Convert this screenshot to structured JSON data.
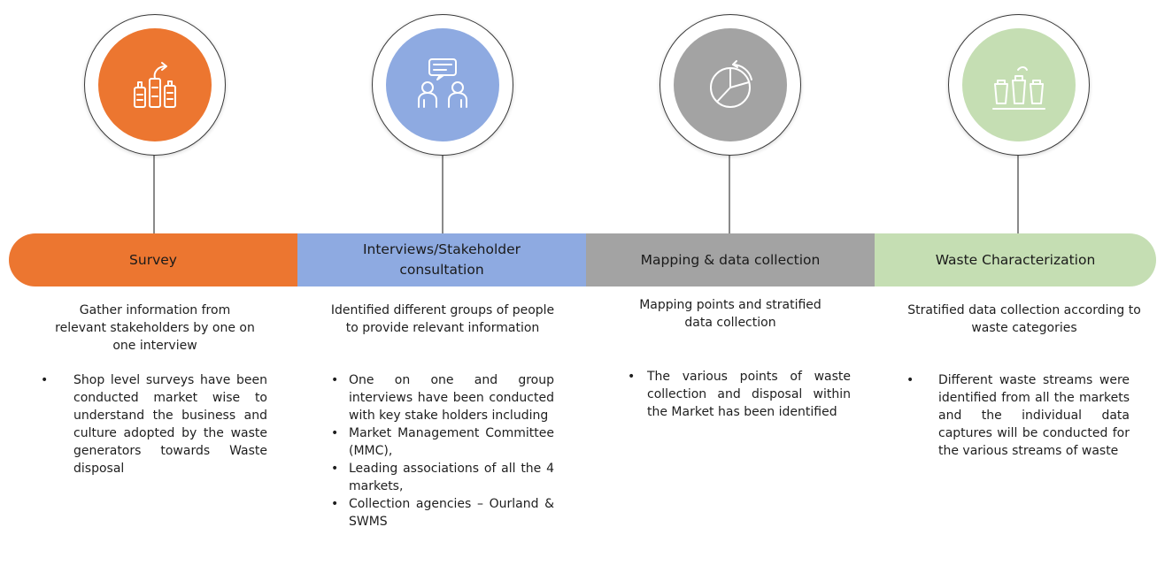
{
  "colors": {
    "survey": "#ec7630",
    "interviews": "#8eaae1",
    "mapping": "#a3a3a3",
    "waste": "#c5deb3",
    "icon_stroke": "#ffffff"
  },
  "steps": [
    {
      "title": "Survey",
      "icon": "survey-bottles-icon",
      "summary": "Gather information from relevant stakeholders by one on one interview",
      "bullets": [
        "Shop level surveys have been conducted market wise to understand the business and culture adopted by the waste generators towards Waste disposal"
      ]
    },
    {
      "title": "Interviews/Stakeholder consultation",
      "icon": "interview-people-icon",
      "summary": "Identified different groups of people to provide relevant information",
      "bullets": [
        "One on one and group interviews have been conducted with key stake holders including",
        "Market Management Committee (MMC),",
        "Leading associations of all the 4 markets,",
        "Collection agencies – Ourland & SWMS"
      ]
    },
    {
      "title": "Mapping & data collection",
      "icon": "pie-chart-icon",
      "summary": "Mapping points and stratified data collection",
      "bullets": [
        "The various points of waste collection and disposal within the Market has been identified"
      ]
    },
    {
      "title": "Waste Characterization",
      "icon": "waste-bins-icon",
      "summary": "Stratified data collection according to waste categories",
      "bullets": [
        "Different waste streams were identified from all the markets and the individual data captures will be conducted for the various streams of waste"
      ]
    }
  ]
}
